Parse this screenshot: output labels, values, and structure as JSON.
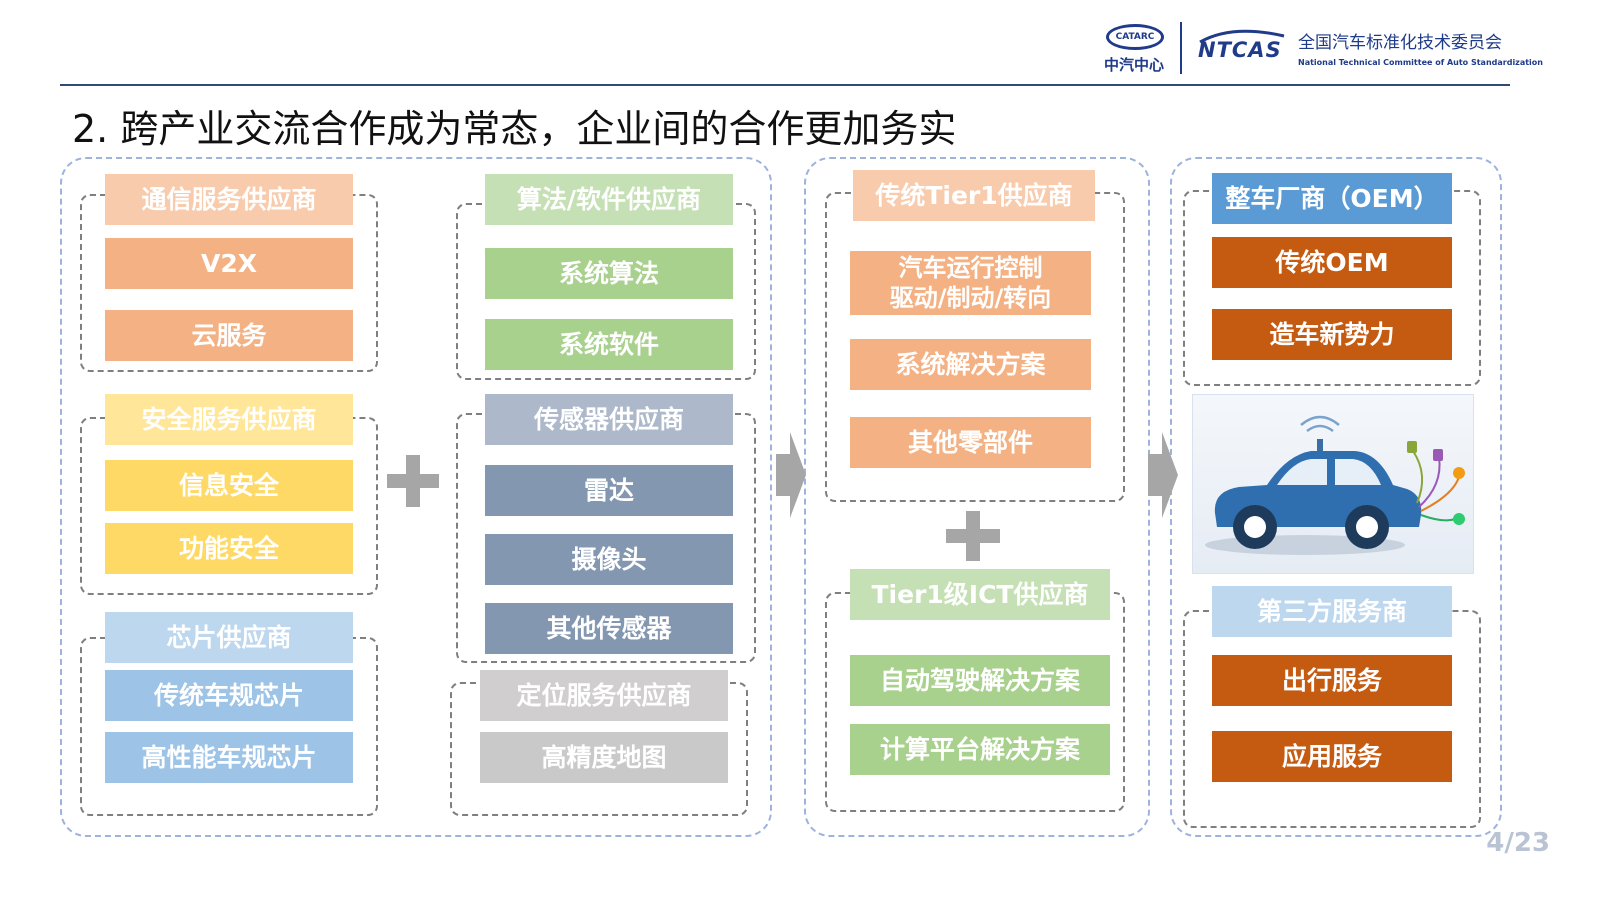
{
  "header": {
    "logo_left_badge": "CATARC",
    "logo_left_caption": "中汽中心",
    "logo_right_mark": "NTCAS",
    "org_name_cn": "全国汽车标准化技术委员会",
    "org_name_en": "National Technical Committee of Auto Standardization"
  },
  "title": "2. 跨产业交流合作成为常态，企业间的合作更加务实",
  "col1": {
    "group1": {
      "header": "通信服务供应商",
      "items": [
        "V2X",
        "云服务"
      ]
    },
    "group2": {
      "header": "安全服务供应商",
      "items": [
        "信息安全",
        "功能安全"
      ]
    },
    "group3": {
      "header": "芯片供应商",
      "items": [
        "传统车规芯片",
        "高性能车规芯片"
      ]
    }
  },
  "col2": {
    "group1": {
      "header": "算法/软件供应商",
      "items": [
        "系统算法",
        "系统软件"
      ]
    },
    "group2": {
      "header": "传感器供应商",
      "items": [
        "雷达",
        "摄像头",
        "其他传感器"
      ]
    },
    "group3": {
      "header": "定位服务供应商",
      "items": [
        "高精度地图"
      ]
    }
  },
  "col3": {
    "group1": {
      "header": "传统Tier1供应商",
      "items": [
        "汽车运行控制\n驱动/制动/转向",
        "系统解决方案",
        "其他零部件"
      ]
    },
    "group2": {
      "header": "Tier1级ICT供应商",
      "items": [
        "自动驾驶解决方案",
        "计算平台解决方案"
      ]
    }
  },
  "col4": {
    "group1": {
      "header": "整车厂商（OEM）",
      "items": [
        "传统OEM",
        "造车新势力"
      ]
    },
    "group2": {
      "header": "第三方服务商",
      "items": [
        "出行服务",
        "应用服务"
      ]
    }
  },
  "page": {
    "current": "4",
    "separator": "/",
    "total": "23"
  },
  "colors": {
    "orange_light": "#f8cbad",
    "orange": "#f4b183",
    "yellow_light": "#ffe699",
    "yellow": "#ffd966",
    "blue_light": "#bdd7ee",
    "blue": "#9dc3e6",
    "green_light": "#c5e0b4",
    "green": "#a9d18e",
    "steel_light": "#adb9ca",
    "steel": "#8497b0",
    "gray_light": "#d0cece",
    "gray": "#c9c9c9",
    "oem_blue": "#5b9bd5",
    "dark_orange": "#c55a11",
    "third_party_blue": "#bdd7ee",
    "ict_green": "#c5e0b4",
    "tier1_peach": "#f8cbad"
  },
  "icons": [
    "plus-icon",
    "arrow-right-icon",
    "connected-car-illustration"
  ]
}
